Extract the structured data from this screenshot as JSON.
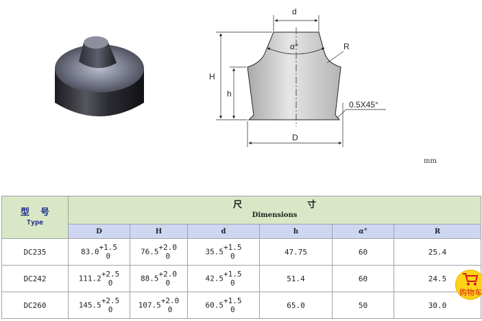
{
  "drawing": {
    "d_label": "d",
    "alpha_label": "α°",
    "r_label": "R",
    "big_h_label": "H",
    "small_h_label": "h",
    "chamfer_label": "0.5X45°",
    "big_d_label": "D"
  },
  "unit": "mm",
  "table": {
    "type_cn": "型号",
    "type_en": "Type",
    "dims_cn": "尺寸",
    "dims_en": "Dimensions",
    "columns": [
      "D",
      "H",
      "d",
      "h",
      "α°",
      "R"
    ],
    "rows": [
      {
        "type": "DC235",
        "D": {
          "v": "83.0",
          "up": "+1.5",
          "lo": "0"
        },
        "H": {
          "v": "76.5",
          "up": "+2.0",
          "lo": "0"
        },
        "d": {
          "v": "35.5",
          "up": "+1.5",
          "lo": "0"
        },
        "h": "47.75",
        "alpha": "60",
        "R": "25.4"
      },
      {
        "type": "DC242",
        "D": {
          "v": "111.2",
          "up": "+2.5",
          "lo": "0"
        },
        "H": {
          "v": "88.5",
          "up": "+2.0",
          "lo": "0"
        },
        "d": {
          "v": "42.5",
          "up": "+1.5",
          "lo": "0"
        },
        "h": "51.4",
        "alpha": "60",
        "R": "24.5"
      },
      {
        "type": "DC260",
        "D": {
          "v": "145.5",
          "up": "+2.5",
          "lo": "0"
        },
        "H": {
          "v": "107.5",
          "up": "+2.0",
          "lo": "0"
        },
        "d": {
          "v": "60.5",
          "up": "+1.5",
          "lo": "0"
        },
        "h": "65.0",
        "alpha": "50",
        "R": "30.0"
      }
    ]
  },
  "cart": {
    "label": "购物车"
  },
  "colors": {
    "header_green": "#d9e7c6",
    "header_blue": "#cfd6f2",
    "type_text": "#1c2f8a"
  }
}
